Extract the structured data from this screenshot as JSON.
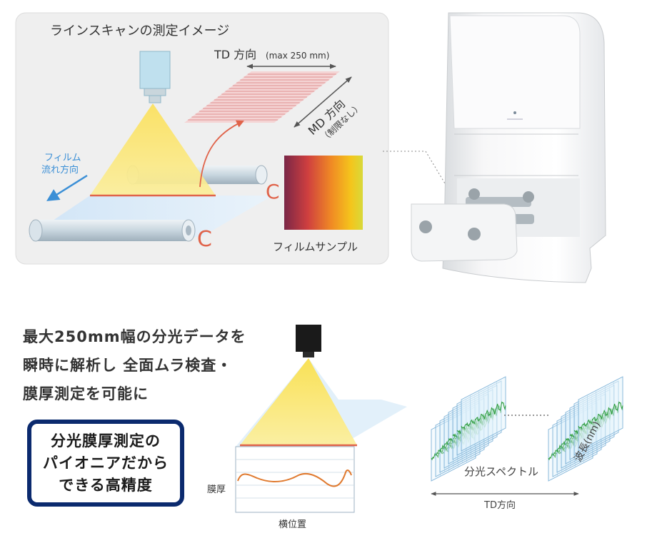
{
  "panel": {
    "title": "ラインスキャンの測定イメージ",
    "td_label": "TD 方向",
    "td_max": "(max 250 mm)",
    "md_label": "MD 方向",
    "md_sub": "（制限なし）",
    "flow_line1": "フィルム",
    "flow_line2": "流れ方向",
    "sample_label": "フィルムサンプル",
    "roller_mark": "C"
  },
  "headline": {
    "line1": "最大250mm幅の分光データを",
    "line2": "瞬時に解析し 全面ムラ検査・",
    "line3": "膜厚測定を可能に"
  },
  "badge": {
    "line1": "分光膜厚測定の",
    "line2": "パイオニアだから",
    "line3": "できる高精度"
  },
  "graph": {
    "y_label": "膜厚",
    "x_label": "横位置"
  },
  "spectrum": {
    "caption": "分光スペクトル",
    "td_label": "TD方向",
    "wavelength_label": "波長(nm)"
  },
  "colors": {
    "panel_bg": "#efefef",
    "light_yellow": "#fbeb88",
    "accent_orange": "#e07a2f",
    "flow_blue": "#3b8fd6",
    "badge_navy": "#0b2a6e",
    "spectrum_green": "#2e9e3e"
  }
}
